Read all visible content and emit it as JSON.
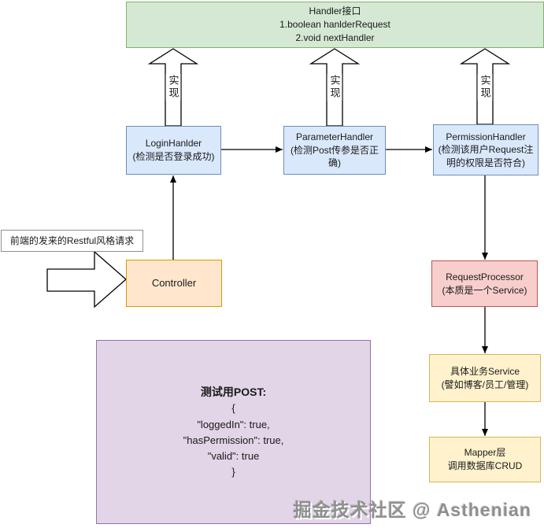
{
  "palette": {
    "interface_green_fill": "#d5e8d4",
    "interface_green_border": "#82b366",
    "handler_blue_fill": "#dae8fc",
    "handler_blue_border": "#6c8ebf",
    "controller_orange_fill": "#ffe6cc",
    "controller_orange_border": "#d79b00",
    "processor_pink_fill": "#f8cecc",
    "processor_pink_border": "#b85450",
    "service_yellow_fill": "#fff2cc",
    "service_yellow_border": "#d6b656",
    "post_purple_fill": "#e1d5e7",
    "post_purple_border": "#9673a6",
    "connector_black": "#000000"
  },
  "interface_box": {
    "line1": "Handler接口",
    "line2": "1.boolean hanlderRequest",
    "line3": "2.void nextHandler"
  },
  "implements_label": "实现",
  "handlers": {
    "login": {
      "title": "LoginHanlder",
      "desc": "(检测是否登录成功)"
    },
    "parameter": {
      "title": "ParameterHandler",
      "desc": "(检测Post传参是否正确)"
    },
    "permission": {
      "title": "PermissionHandler",
      "desc": "(检测该用户Request注明的权限是否符合)"
    }
  },
  "request_label": "前端的发来的Restful风格请求",
  "controller": {
    "title": "Controller"
  },
  "request_processor": {
    "title": "RequestProcessor",
    "desc": "(本质是一个Service)"
  },
  "business_service": {
    "title": "具体业务Service",
    "desc": "(譬如博客/员工/管理)"
  },
  "mapper": {
    "line1": "Mapper层",
    "line2": "调用数据库CRUD"
  },
  "post_box": {
    "title": "测试用POST:",
    "lines": [
      "{",
      "\"loggedIn\": true,",
      "\"hasPermission\": true,",
      "\"valid\": true",
      "}"
    ]
  },
  "watermark": "掘金技术社区 @ Asthenian"
}
